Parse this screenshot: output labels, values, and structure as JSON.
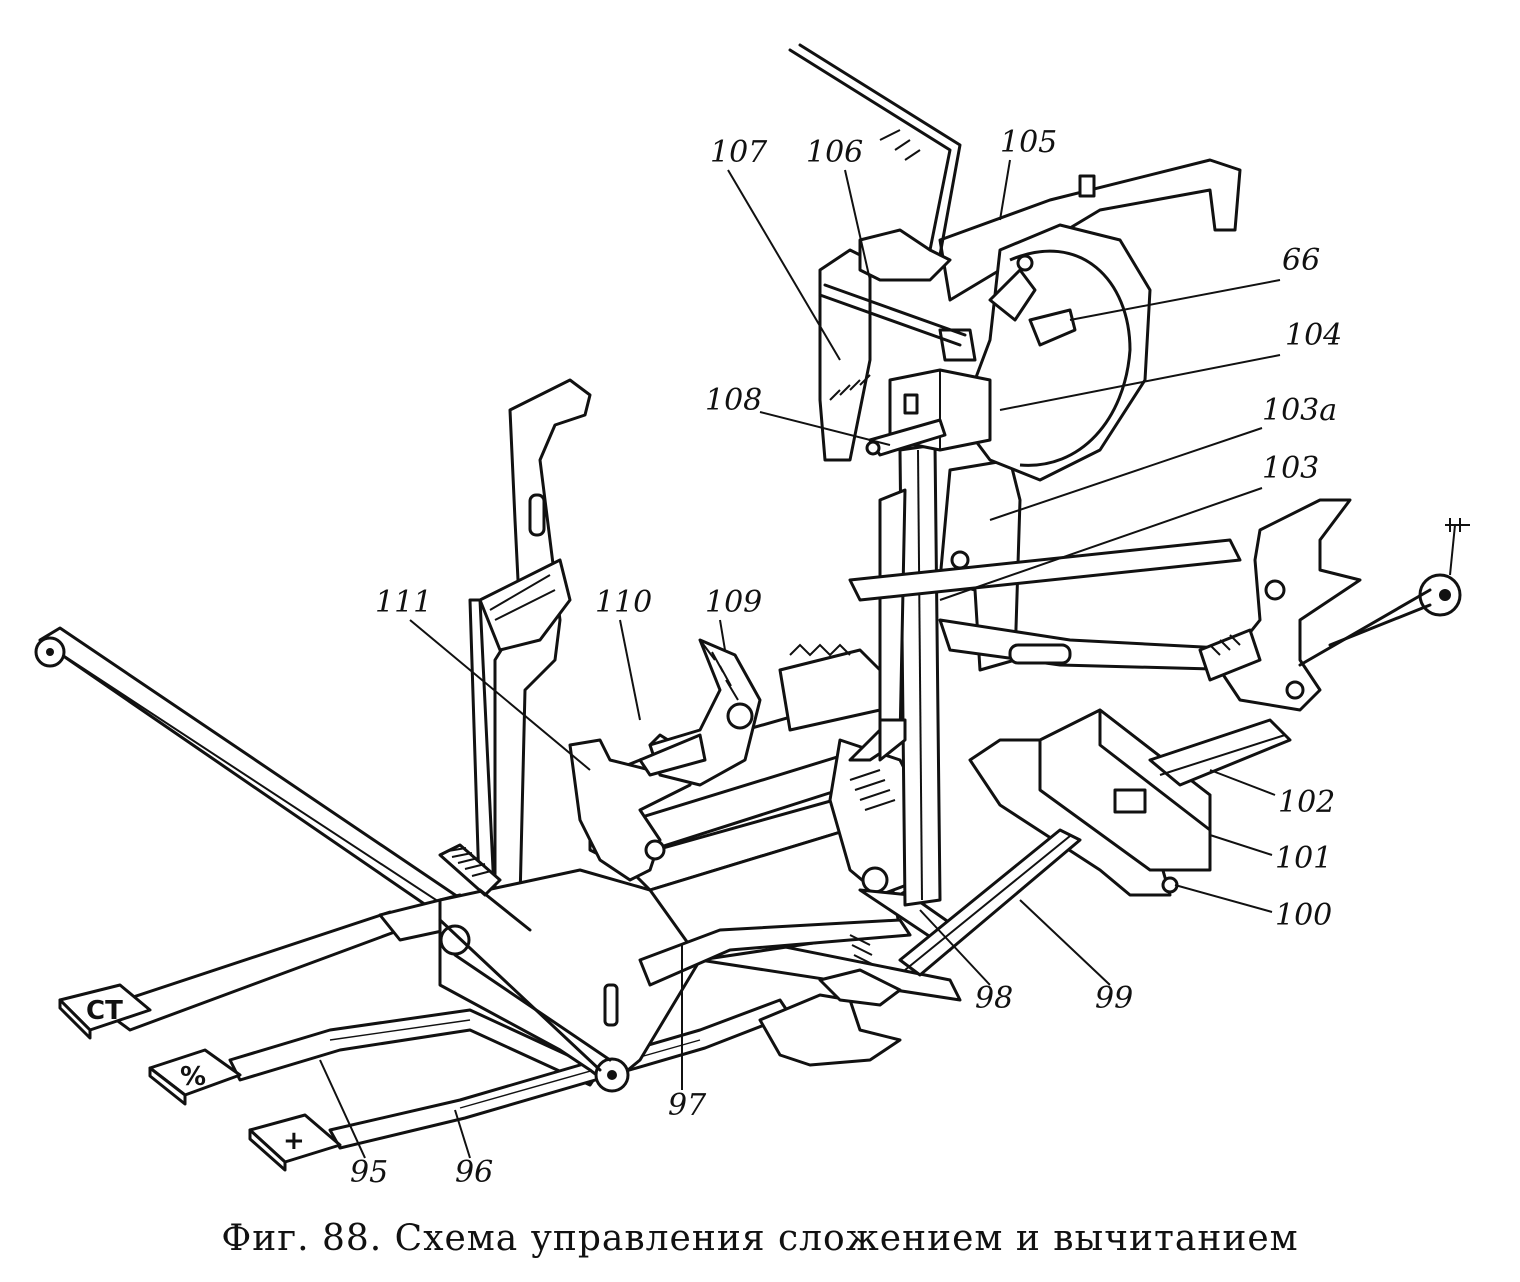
{
  "caption": "Фиг. 88. Схема управления сложением и вычитанием",
  "key_symbols": {
    "ct": "СТ",
    "percent": "%",
    "plus": "+"
  },
  "part_labels": {
    "l66": "66",
    "l95": "95",
    "l96": "96",
    "l97": "97",
    "l98": "98",
    "l99": "99",
    "l100": "100",
    "l101": "101",
    "l102": "102",
    "l103": "103",
    "l103a": "103а",
    "l104": "104",
    "l105": "105",
    "l106": "106",
    "l107": "107",
    "l108": "108",
    "l109": "109",
    "l110": "110",
    "l111": "111"
  }
}
